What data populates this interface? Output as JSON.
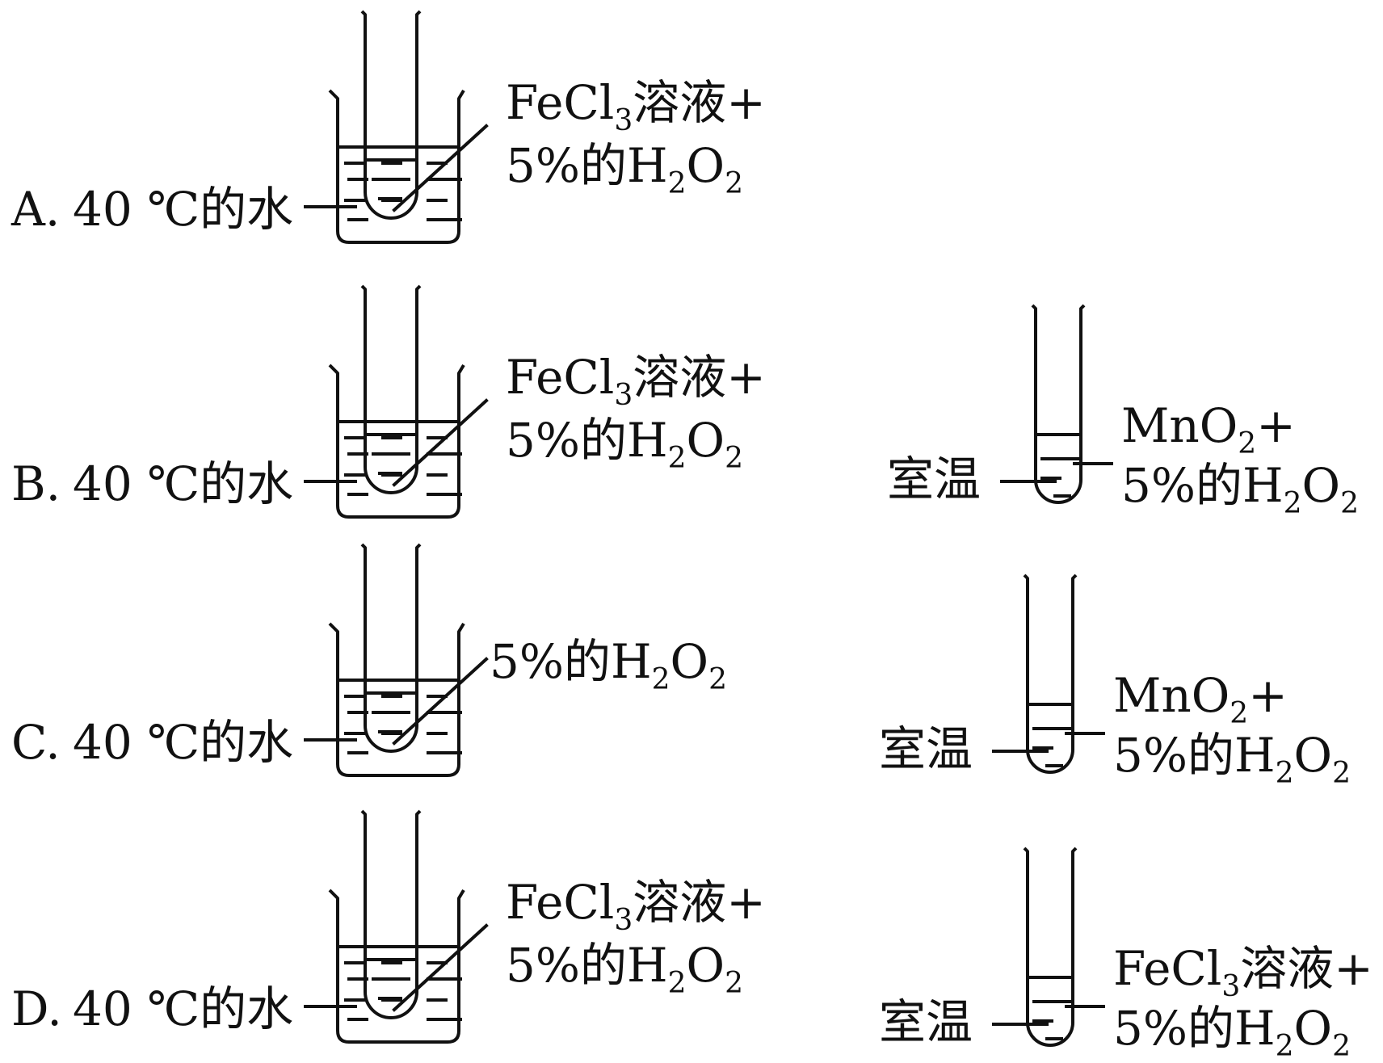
{
  "options": [
    {
      "letter": "A.",
      "water_label": "40 ℃的水",
      "beaker_tube": {
        "line1": [
          "FeCl",
          "3",
          "溶液+"
        ],
        "line2": [
          "5%的H",
          "2",
          "O",
          "2"
        ]
      },
      "has_control": false
    },
    {
      "letter": "B.",
      "water_label": "40 ℃的水",
      "beaker_tube": {
        "line1": [
          "FeCl",
          "3",
          "溶液+"
        ],
        "line2": [
          "5%的H",
          "2",
          "O",
          "2"
        ]
      },
      "has_control": true,
      "control": {
        "temp_label": "室温",
        "line1": [
          "MnO",
          "2",
          "+"
        ],
        "line2": [
          "5%的H",
          "2",
          "O",
          "2"
        ]
      }
    },
    {
      "letter": "C.",
      "water_label": "40 ℃的水",
      "beaker_tube": {
        "line1": [
          "5%的H",
          "2",
          "O",
          "2"
        ],
        "line2": null
      },
      "has_control": true,
      "control": {
        "temp_label": "室温",
        "line1": [
          "MnO",
          "2",
          "+"
        ],
        "line2": [
          "5%的H",
          "2",
          "O",
          "2"
        ]
      }
    },
    {
      "letter": "D.",
      "water_label": "40 ℃的水",
      "beaker_tube": {
        "line1": [
          "FeCl",
          "3",
          "溶液+"
        ],
        "line2": [
          "5%的H",
          "2",
          "O",
          "2"
        ]
      },
      "has_control": true,
      "control": {
        "temp_label": "室温",
        "line1": [
          "FeCl",
          "3",
          "溶液+"
        ],
        "line2": [
          "5%的H",
          "2",
          "O",
          "2"
        ]
      }
    }
  ],
  "colors": {
    "ink": "#111111",
    "background": "#ffffff"
  }
}
